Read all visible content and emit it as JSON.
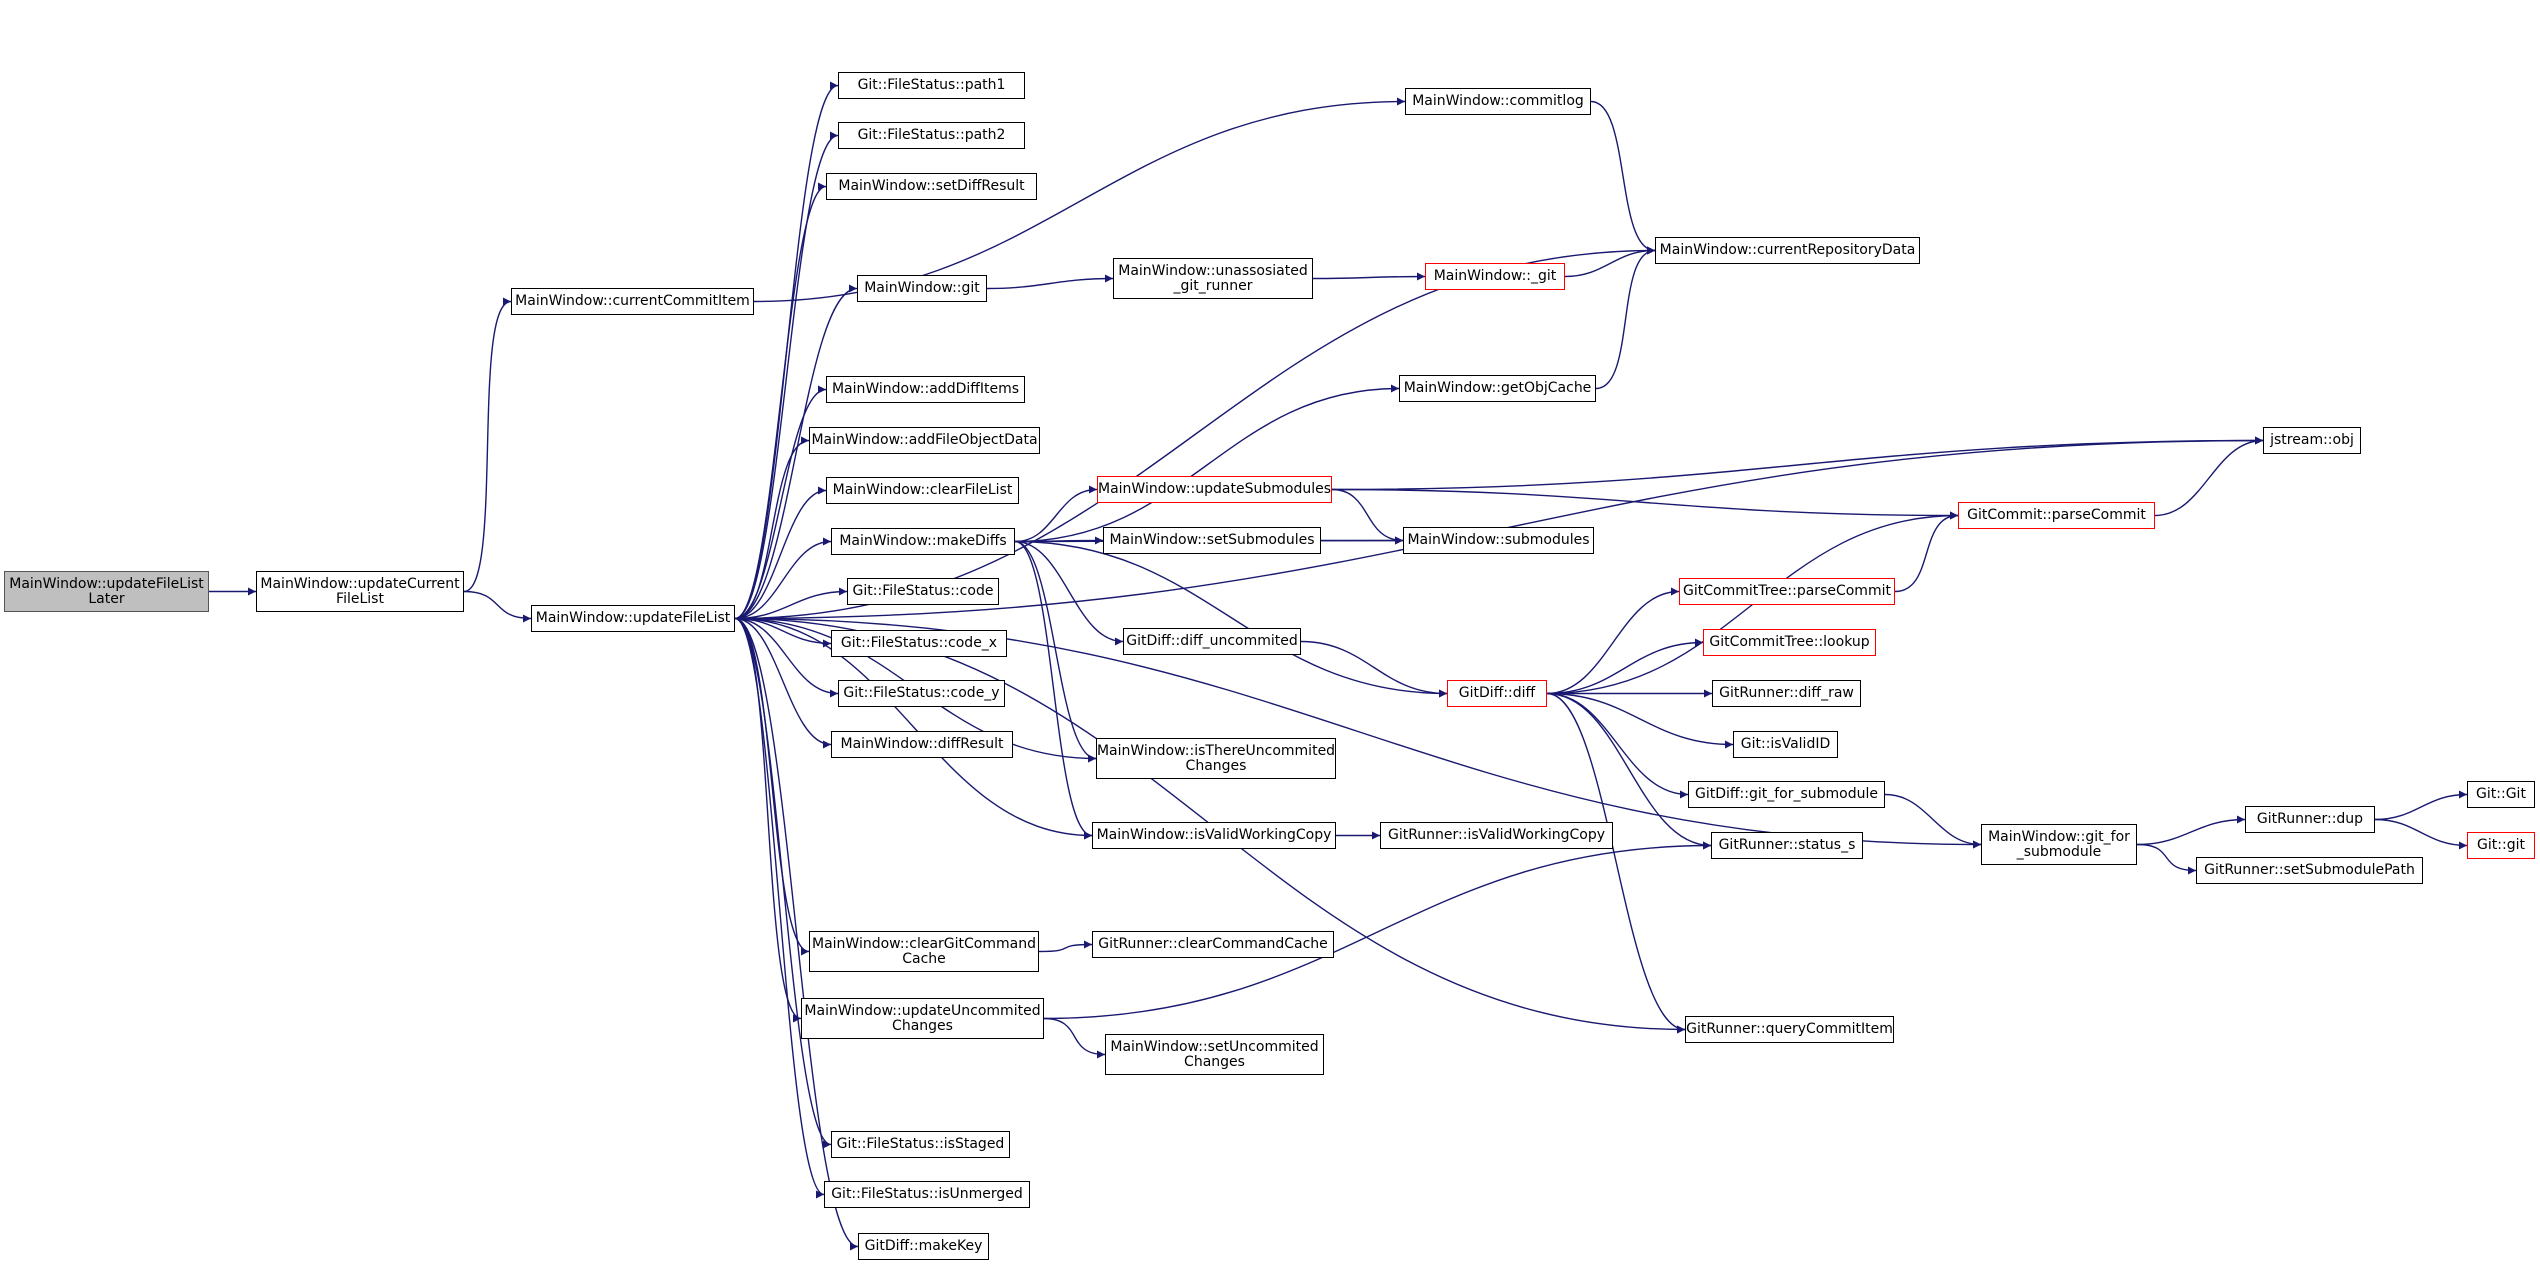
{
  "colors": {
    "edge": "#191970",
    "node_border": "#000000",
    "node_truncated_border": "#ff0000",
    "root_fill": "#bfbfbf"
  },
  "nodes": {
    "updateFileListLater": {
      "lines": [
        "MainWindow::updateFileList",
        "Later"
      ],
      "root": true
    },
    "updateCurrentFileList": {
      "lines": [
        "MainWindow::updateCurrent",
        "FileList"
      ]
    },
    "currentCommitItem": {
      "lines": [
        "MainWindow::currentCommitItem"
      ]
    },
    "updateFileList": {
      "lines": [
        "MainWindow::updateFileList"
      ]
    },
    "path1": {
      "lines": [
        "Git::FileStatus::path1"
      ]
    },
    "path2": {
      "lines": [
        "Git::FileStatus::path2"
      ]
    },
    "setDiffResult": {
      "lines": [
        "MainWindow::setDiffResult"
      ]
    },
    "mw_git": {
      "lines": [
        "MainWindow::git"
      ]
    },
    "addDiffItems": {
      "lines": [
        "MainWindow::addDiffItems"
      ]
    },
    "addFileObjectData": {
      "lines": [
        "MainWindow::addFileObjectData"
      ]
    },
    "clearFileList": {
      "lines": [
        "MainWindow::clearFileList"
      ]
    },
    "makeDiffs": {
      "lines": [
        "MainWindow::makeDiffs"
      ]
    },
    "fs_code": {
      "lines": [
        "Git::FileStatus::code"
      ]
    },
    "fs_code_x": {
      "lines": [
        "Git::FileStatus::code_x"
      ]
    },
    "fs_code_y": {
      "lines": [
        "Git::FileStatus::code_y"
      ]
    },
    "diffResult": {
      "lines": [
        "MainWindow::diffResult"
      ]
    },
    "clearGitCommandCache": {
      "lines": [
        "MainWindow::clearGitCommand",
        "Cache"
      ]
    },
    "updateUncommitedChanges": {
      "lines": [
        "MainWindow::updateUncommited",
        "Changes"
      ]
    },
    "isStaged": {
      "lines": [
        "Git::FileStatus::isStaged"
      ]
    },
    "isUnmerged": {
      "lines": [
        "Git::FileStatus::isUnmerged"
      ]
    },
    "makeKey": {
      "lines": [
        "GitDiff::makeKey"
      ]
    },
    "commitlog": {
      "lines": [
        "MainWindow::commitlog"
      ]
    },
    "unassosiated": {
      "lines": [
        "MainWindow::unassosiated",
        "_git_runner"
      ]
    },
    "getObjCache": {
      "lines": [
        "MainWindow::getObjCache"
      ]
    },
    "updateSubmodules": {
      "lines": [
        "MainWindow::updateSubmodules"
      ],
      "truncated": true
    },
    "setSubmodules": {
      "lines": [
        "MainWindow::setSubmodules"
      ]
    },
    "diff_uncommited": {
      "lines": [
        "GitDiff::diff_uncommited"
      ]
    },
    "isThereUncommited": {
      "lines": [
        "MainWindow::isThereUncommited",
        "Changes"
      ]
    },
    "isValidWorkingCopy": {
      "lines": [
        "MainWindow::isValidWorkingCopy"
      ]
    },
    "clearCommandCache": {
      "lines": [
        "GitRunner::clearCommandCache"
      ]
    },
    "setUncommitedChanges": {
      "lines": [
        "MainWindow::setUncommited",
        "Changes"
      ]
    },
    "mw__git": {
      "lines": [
        "MainWindow::_git"
      ],
      "truncated": true
    },
    "currentRepositoryData": {
      "lines": [
        "MainWindow::currentRepositoryData"
      ]
    },
    "submodules": {
      "lines": [
        "MainWindow::submodules"
      ]
    },
    "gitdiff_diff": {
      "lines": [
        "GitDiff::diff"
      ],
      "truncated": true
    },
    "gr_isValidWorkingCopy": {
      "lines": [
        "GitRunner::isValidWorkingCopy"
      ]
    },
    "parseCommitTree": {
      "lines": [
        "GitCommitTree::parseCommit"
      ],
      "truncated": true
    },
    "lookup": {
      "lines": [
        "GitCommitTree::lookup"
      ],
      "truncated": true
    },
    "diff_raw": {
      "lines": [
        "GitRunner::diff_raw"
      ]
    },
    "isValidID": {
      "lines": [
        "Git::isValidID"
      ]
    },
    "git_for_submodule_diff": {
      "lines": [
        "GitDiff::git_for_submodule"
      ]
    },
    "status_s": {
      "lines": [
        "GitRunner::status_s"
      ]
    },
    "queryCommitItem": {
      "lines": [
        "GitRunner::queryCommitItem"
      ]
    },
    "jstream_obj": {
      "lines": [
        "jstream::obj"
      ]
    },
    "parseCommit": {
      "lines": [
        "GitCommit::parseCommit"
      ],
      "truncated": true
    },
    "mw_git_for_submodule": {
      "lines": [
        "MainWindow::git_for",
        "_submodule"
      ]
    },
    "dup": {
      "lines": [
        "GitRunner::dup"
      ]
    },
    "setSubmodulePath": {
      "lines": [
        "GitRunner::setSubmodulePath"
      ]
    },
    "git_Git": {
      "lines": [
        "Git::Git"
      ]
    },
    "git_git": {
      "lines": [
        "Git::git"
      ],
      "truncated": true
    }
  },
  "edges": [
    [
      "updateFileListLater",
      "updateCurrentFileList"
    ],
    [
      "updateCurrentFileList",
      "currentCommitItem"
    ],
    [
      "updateCurrentFileList",
      "updateFileList"
    ],
    [
      "currentCommitItem",
      "commitlog"
    ],
    [
      "commitlog",
      "currentRepositoryData"
    ],
    [
      "updateFileList",
      "path1"
    ],
    [
      "updateFileList",
      "path2"
    ],
    [
      "updateFileList",
      "setDiffResult"
    ],
    [
      "updateFileList",
      "currentRepositoryData"
    ],
    [
      "updateFileList",
      "mw_git"
    ],
    [
      "updateFileList",
      "jstream_obj"
    ],
    [
      "updateFileList",
      "addDiffItems"
    ],
    [
      "updateFileList",
      "addFileObjectData"
    ],
    [
      "updateFileList",
      "clearFileList"
    ],
    [
      "updateFileList",
      "makeDiffs"
    ],
    [
      "updateFileList",
      "fs_code"
    ],
    [
      "updateFileList",
      "fs_code_x"
    ],
    [
      "updateFileList",
      "fs_code_y"
    ],
    [
      "updateFileList",
      "diffResult"
    ],
    [
      "updateFileList",
      "isThereUncommited"
    ],
    [
      "updateFileList",
      "isValidWorkingCopy"
    ],
    [
      "updateFileList",
      "mw_git_for_submodule"
    ],
    [
      "updateFileList",
      "clearGitCommandCache"
    ],
    [
      "updateFileList",
      "updateUncommitedChanges"
    ],
    [
      "updateFileList",
      "queryCommitItem"
    ],
    [
      "updateFileList",
      "isStaged"
    ],
    [
      "updateFileList",
      "isUnmerged"
    ],
    [
      "updateFileList",
      "makeKey"
    ],
    [
      "mw_git",
      "unassosiated"
    ],
    [
      "unassosiated",
      "mw__git"
    ],
    [
      "mw__git",
      "currentRepositoryData"
    ],
    [
      "makeDiffs",
      "getObjCache"
    ],
    [
      "makeDiffs",
      "updateSubmodules"
    ],
    [
      "makeDiffs",
      "setSubmodules"
    ],
    [
      "makeDiffs",
      "submodules"
    ],
    [
      "makeDiffs",
      "diff_uncommited"
    ],
    [
      "makeDiffs",
      "gitdiff_diff"
    ],
    [
      "makeDiffs",
      "isThereUncommited"
    ],
    [
      "makeDiffs",
      "isValidWorkingCopy"
    ],
    [
      "getObjCache",
      "currentRepositoryData"
    ],
    [
      "updateSubmodules",
      "jstream_obj"
    ],
    [
      "updateSubmodules",
      "parseCommit"
    ],
    [
      "updateSubmodules",
      "submodules"
    ],
    [
      "setSubmodules",
      "submodules"
    ],
    [
      "diff_uncommited",
      "gitdiff_diff"
    ],
    [
      "isValidWorkingCopy",
      "gr_isValidWorkingCopy"
    ],
    [
      "clearGitCommandCache",
      "clearCommandCache"
    ],
    [
      "updateUncommitedChanges",
      "status_s"
    ],
    [
      "updateUncommitedChanges",
      "setUncommitedChanges"
    ],
    [
      "gitdiff_diff",
      "parseCommit"
    ],
    [
      "gitdiff_diff",
      "parseCommitTree"
    ],
    [
      "gitdiff_diff",
      "lookup"
    ],
    [
      "gitdiff_diff",
      "diff_raw"
    ],
    [
      "gitdiff_diff",
      "isValidID"
    ],
    [
      "gitdiff_diff",
      "git_for_submodule_diff"
    ],
    [
      "gitdiff_diff",
      "status_s"
    ],
    [
      "gitdiff_diff",
      "queryCommitItem"
    ],
    [
      "parseCommitTree",
      "parseCommit"
    ],
    [
      "parseCommit",
      "jstream_obj"
    ],
    [
      "git_for_submodule_diff",
      "mw_git_for_submodule"
    ],
    [
      "mw_git_for_submodule",
      "dup"
    ],
    [
      "mw_git_for_submodule",
      "setSubmodulePath"
    ],
    [
      "dup",
      "git_Git"
    ],
    [
      "dup",
      "git_git"
    ]
  ]
}
